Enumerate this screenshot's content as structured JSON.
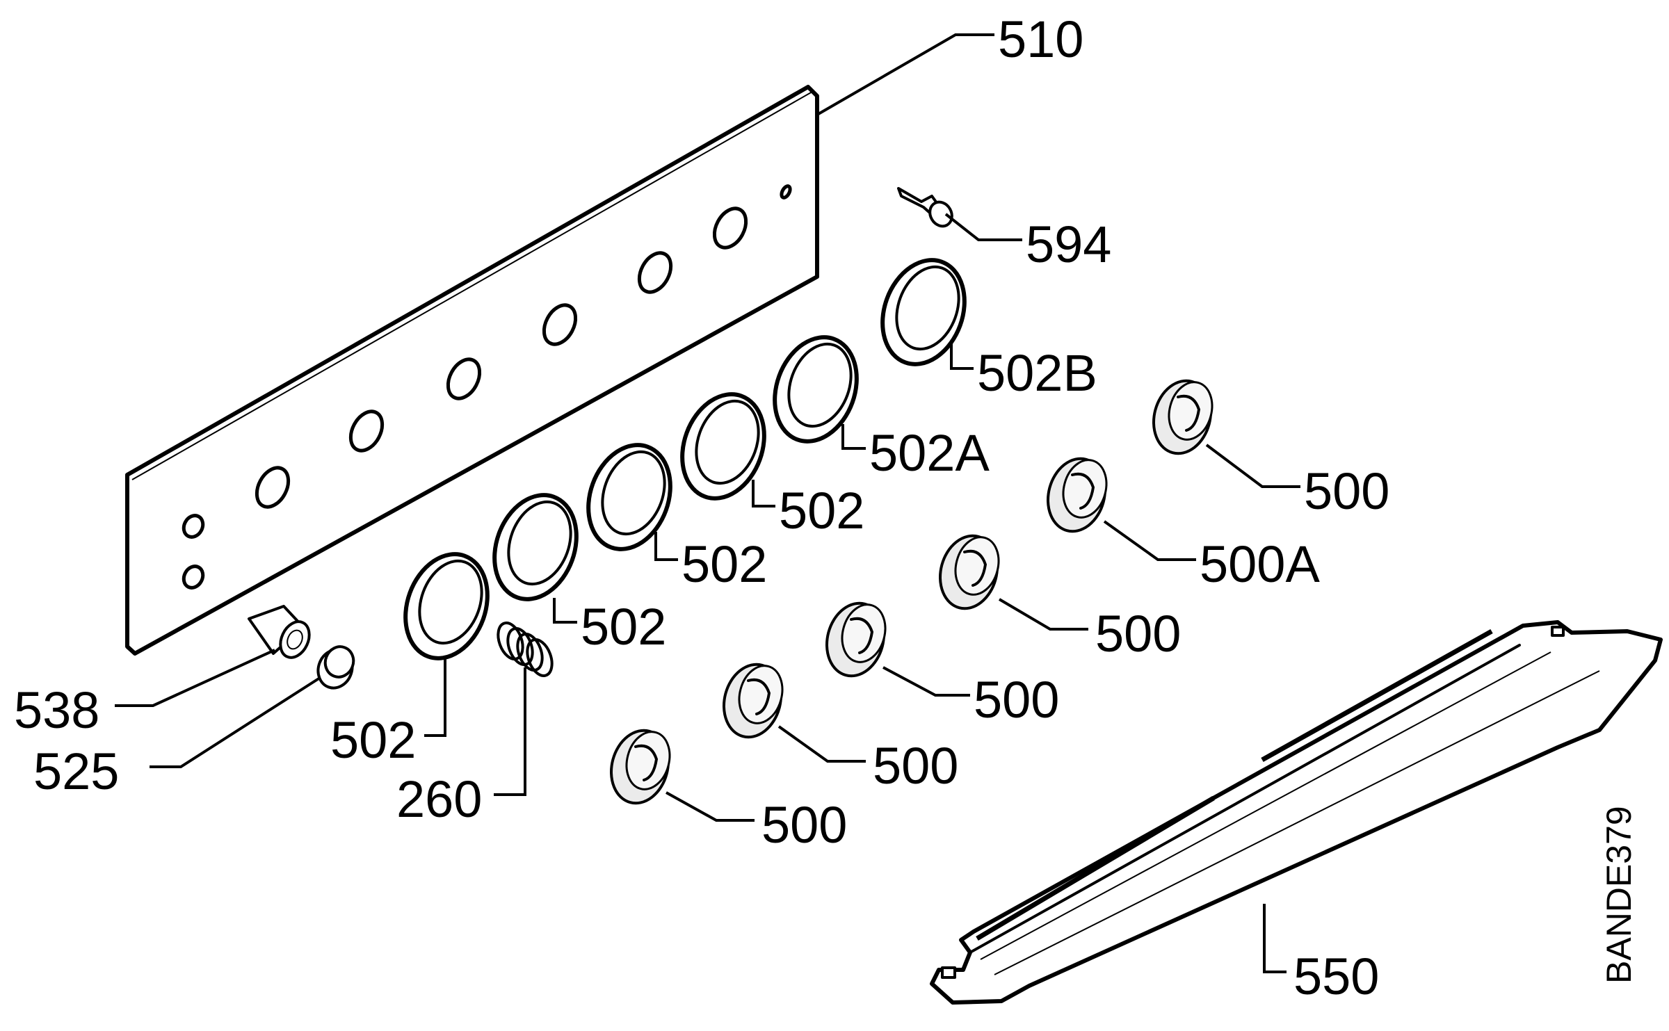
{
  "callouts": {
    "p510": "510",
    "p594": "594",
    "p502b": "502B",
    "p502a": "502A",
    "p502_1": "502",
    "p502_2": "502",
    "p502_3": "502",
    "p502_4": "502",
    "p500_1": "500",
    "p500a": "500A",
    "p500_2": "500",
    "p500_3": "500",
    "p500_4": "500",
    "p500_5": "500",
    "p538": "538",
    "p525": "525",
    "p260": "260",
    "p550": "550"
  },
  "drawing_code": "BANDE379"
}
